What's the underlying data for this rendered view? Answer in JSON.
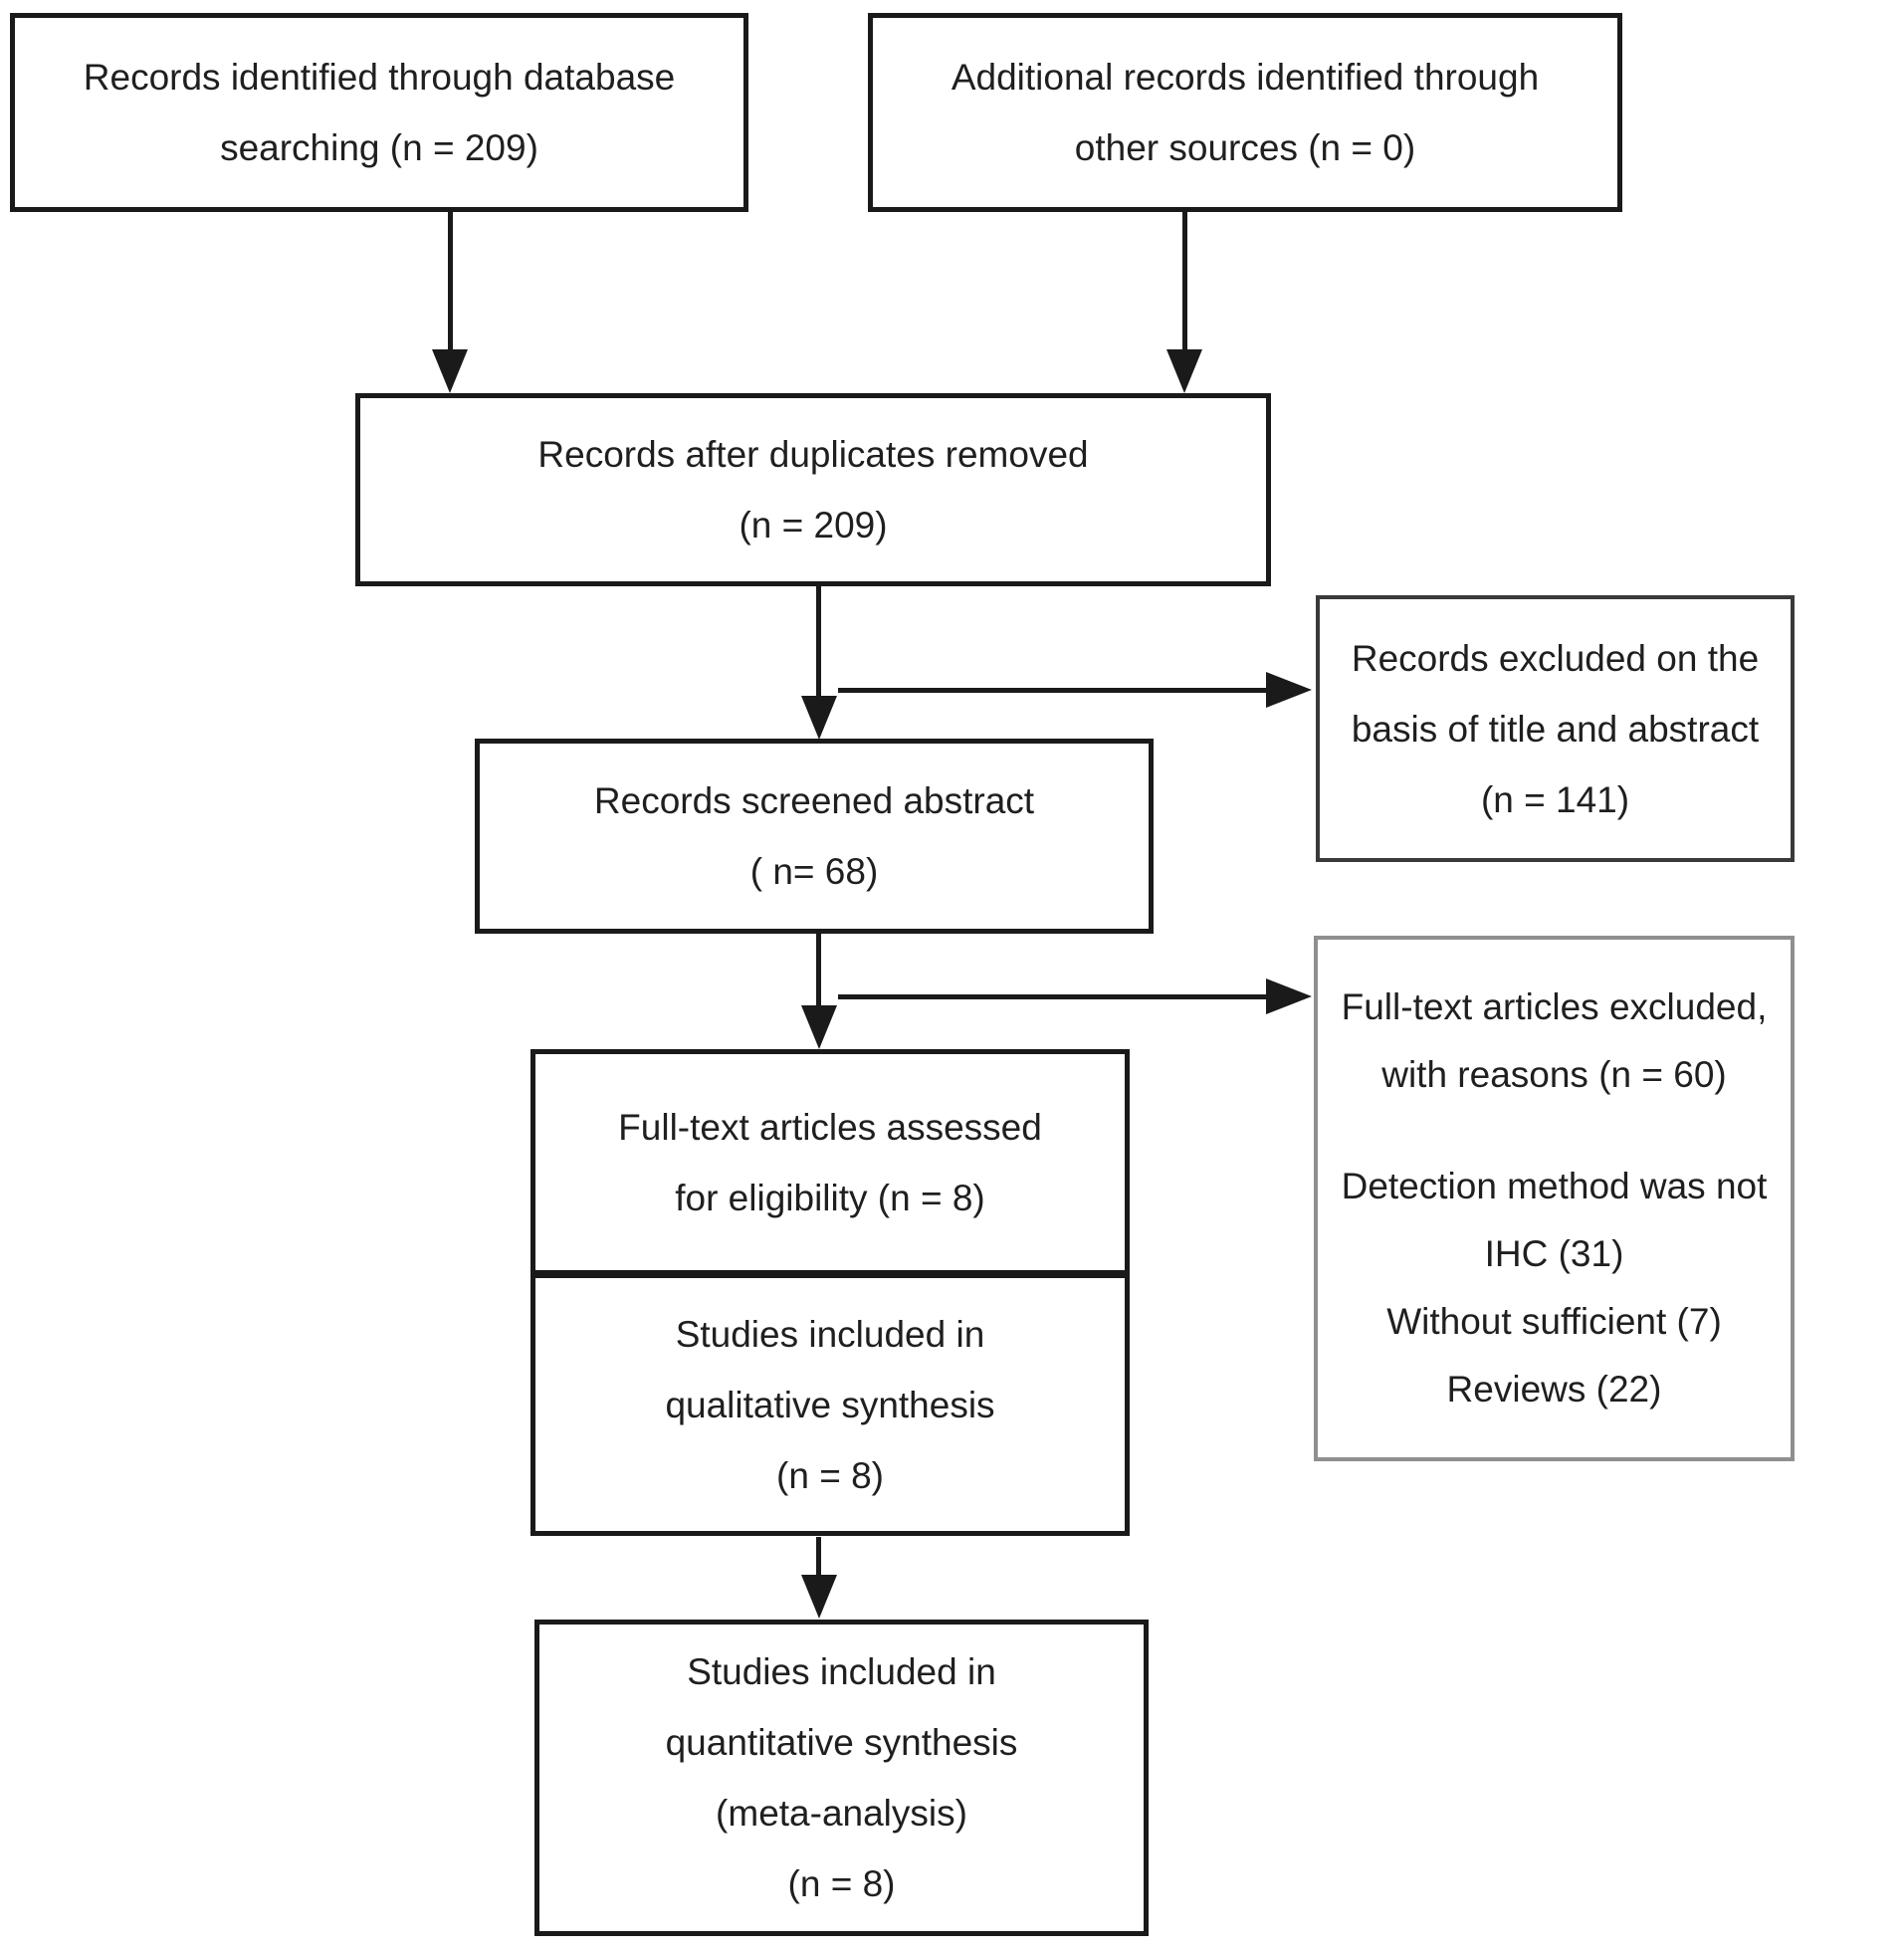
{
  "colors": {
    "background": "#ffffff",
    "box_border": "#1a1a1a",
    "excluded_screening_border": "#3a3a3a",
    "excluded_fulltext_border": "#8f8f8f",
    "arrow": "#1a1a1a",
    "text": "#1f1f1f"
  },
  "boxes": {
    "records_db": {
      "lines": [
        "Records identified through database",
        "searching (n = 209)"
      ]
    },
    "records_other": {
      "lines": [
        "Additional records identified through",
        "other sources (n = 0)"
      ]
    },
    "duplicates": {
      "lines": [
        "Records after duplicates removed",
        "(n = 209)"
      ]
    },
    "screened": {
      "lines": [
        "Records screened abstract",
        "( n= 68)"
      ]
    },
    "excluded_screening": {
      "lines": [
        "Records excluded on the",
        "basis of title and abstract",
        "(n = 141)"
      ]
    },
    "assessed": {
      "lines": [
        "Full-text articles assessed",
        "for eligibility (n = 8)"
      ]
    },
    "qualitative": {
      "lines": [
        "Studies included in",
        "qualitative synthesis",
        "(n = 8)"
      ]
    },
    "excluded_fulltext": {
      "lines": [
        "Full-text articles excluded,",
        "with reasons (n = 60)",
        "Detection method was not",
        "IHC (31)",
        "Without sufficient (7)",
        "Reviews (22)"
      ]
    },
    "quantitative": {
      "lines": [
        "Studies included in",
        "quantitative synthesis",
        "(meta-analysis)",
        "(n = 8)"
      ]
    }
  }
}
